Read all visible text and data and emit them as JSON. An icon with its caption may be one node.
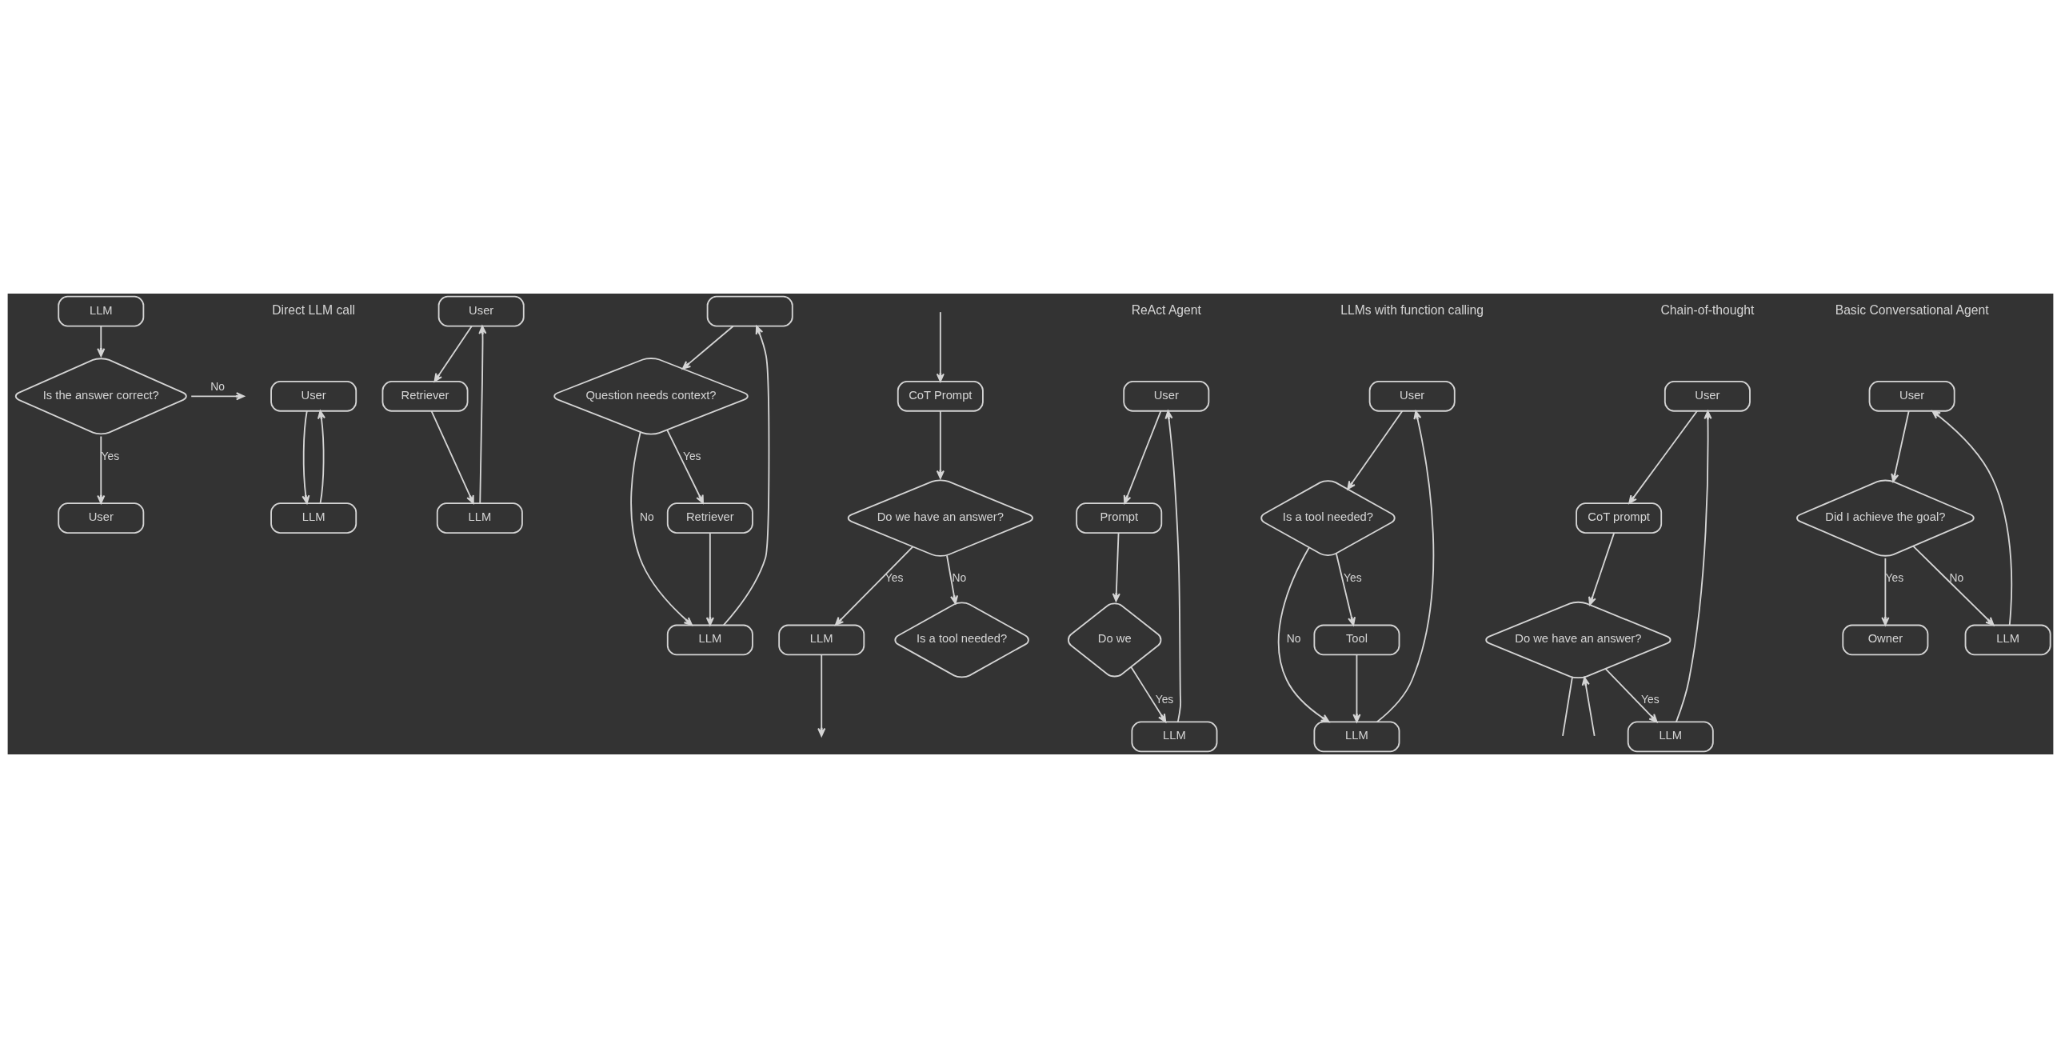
{
  "diagram": {
    "nodes": [
      {
        "text": [
          "User"
        ]
      },
      {
        "text": [
          "Is the answer correct?"
        ]
      },
      {
        "text": [
          "LLM"
        ]
      },
      {
        "text": [
          "User"
        ]
      },
      {
        "text": [
          "LLM"
        ]
      },
      {
        "text": [
          "User"
        ]
      },
      {
        "text": [
          "Retriever"
        ]
      },
      {
        "text": [
          "LLM"
        ]
      },
      {
        "text": [],
        "shape": "box"
      },
      {
        "text": [
          "Question needs context?"
        ]
      },
      {
        "text": [
          "LLM"
        ]
      },
      {
        "text": [
          "Retriever"
        ]
      },
      {
        "text": [
          "CoT Prompt"
        ]
      },
      {
        "text": [
          "LLM"
        ]
      },
      {
        "text": [
          "Do we have an answer?"
        ]
      },
      {
        "text": [
          "Is a tool needed?"
        ]
      },
      {
        "text": [
          "User"
        ]
      },
      {
        "text": [
          "Prompt"
        ]
      },
      {
        "text": [
          "LLM"
        ]
      },
      {
        "text": [
          "Do we"
        ]
      },
      {
        "text": [
          "User"
        ]
      },
      {
        "text": [
          "Is a tool needed?"
        ]
      },
      {
        "text": [
          "LLM"
        ]
      },
      {
        "text": [
          "Tool"
        ]
      },
      {
        "text": [
          "User"
        ]
      },
      {
        "text": [
          "CoT prompt"
        ]
      },
      {
        "text": [
          "LLM"
        ]
      },
      {
        "text": [
          "Do we have an answer?"
        ]
      },
      {
        "text": [
          "Owner"
        ]
      },
      {
        "text": [
          "User"
        ]
      },
      {
        "text": [
          "LLM"
        ]
      },
      {
        "text": [
          "Did I achieve the goal?"
        ]
      }
    ],
    "edges": [
      {
        "from": 2,
        "to": 1,
        "arrow": "to"
      },
      {
        "from": 1,
        "to": 0,
        "arrow": "to",
        "label": "Yes"
      },
      {
        "from": 1,
        "to": null,
        "arrow": "to",
        "label": "No"
      },
      {
        "from": 3,
        "to": 4,
        "arrow": "to"
      },
      {
        "from": 4,
        "to": 3,
        "arrow": "to"
      },
      {
        "from": 5,
        "to": 6,
        "arrow": "to"
      },
      {
        "from": 6,
        "to": 7,
        "arrow": "to"
      },
      {
        "from": 7,
        "to": 5,
        "arrow": "to"
      },
      {
        "from": 8,
        "to": 9,
        "arrow": "to"
      },
      {
        "from": 9,
        "to": 10,
        "arrow": "to",
        "label": "No"
      },
      {
        "from": 9,
        "to": 11,
        "arrow": "to",
        "label": "Yes"
      },
      {
        "from": 11,
        "to": 10,
        "arrow": "to"
      },
      {
        "from": 10,
        "to": 8,
        "arrow": "to"
      },
      {
        "from": null,
        "to": 12,
        "arrow": "to"
      },
      {
        "from": 13,
        "to": null,
        "arrow": "to"
      },
      {
        "from": 12,
        "to": 14,
        "arrow": "to"
      },
      {
        "from": 14,
        "to": 13,
        "arrow": "to",
        "label": "Yes"
      },
      {
        "from": 14,
        "to": 15,
        "arrow": "to",
        "label": "No"
      },
      {
        "from": 16,
        "to": 17,
        "arrow": "to"
      },
      {
        "from": 17,
        "to": 19,
        "arrow": "to"
      },
      {
        "from": 19,
        "to": 18,
        "arrow": "to",
        "label": "Yes"
      },
      {
        "from": 18,
        "to": 16,
        "arrow": "to"
      },
      {
        "from": 20,
        "to": 21,
        "arrow": "to"
      },
      {
        "from": 21,
        "to": 22,
        "arrow": "to",
        "label": "No"
      },
      {
        "from": 21,
        "to": 23,
        "arrow": "to",
        "label": "Yes"
      },
      {
        "from": 23,
        "to": 22,
        "arrow": "to"
      },
      {
        "from": 22,
        "to": 20,
        "arrow": "to"
      },
      {
        "from": 24,
        "to": 25,
        "arrow": "to"
      },
      {
        "from": 25,
        "to": 27,
        "arrow": "to"
      },
      {
        "from": 27,
        "to": 26,
        "arrow": "to",
        "label": "Yes"
      },
      {
        "from": 26,
        "to": 24,
        "arrow": "to"
      },
      {
        "from": 27,
        "to": null,
        "arrow": "none"
      },
      {
        "from": null,
        "to": 27,
        "arrow": "to"
      },
      {
        "from": 29,
        "to": 31,
        "arrow": "to"
      },
      {
        "from": 31,
        "to": 28,
        "arrow": "to",
        "label": "Yes"
      },
      {
        "from": 31,
        "to": 30,
        "arrow": "to",
        "label": "No"
      },
      {
        "from": 30,
        "to": 29,
        "arrow": "to"
      }
    ],
    "labels": [
      "Direct LLM call",
      "ReAct Agent",
      "LLMs with function calling",
      "Chain-of-thought",
      "Basic Conversational Agent"
    ]
  }
}
